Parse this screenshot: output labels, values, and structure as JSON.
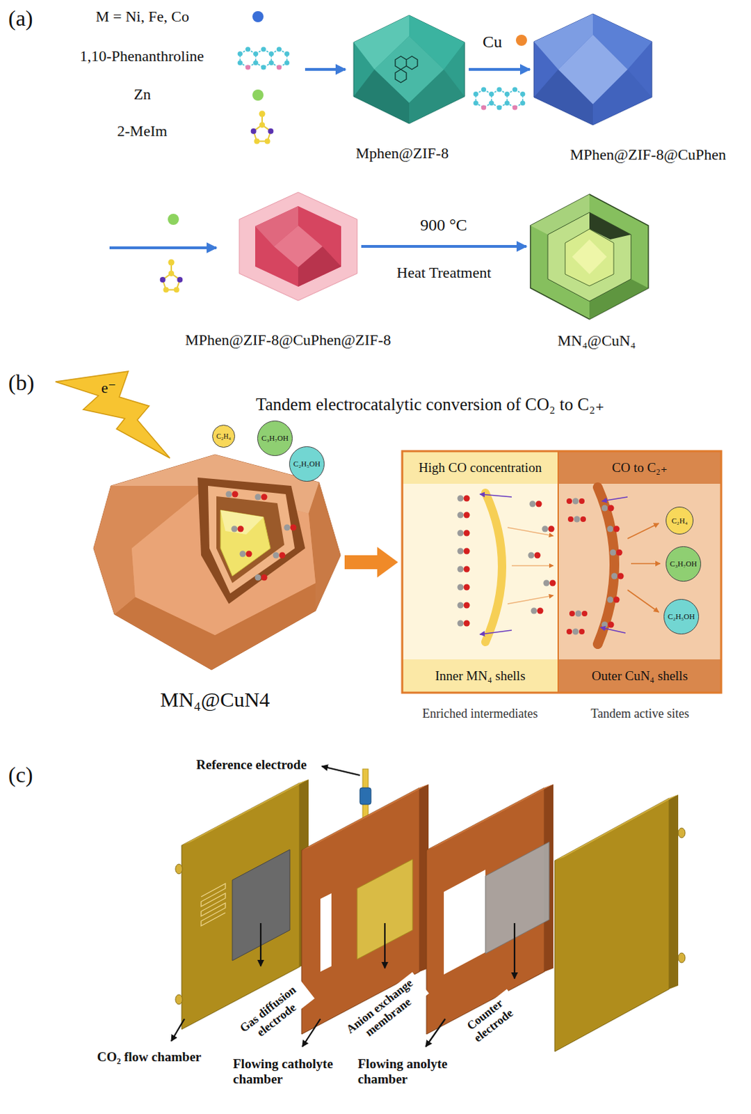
{
  "diagram": {
    "title": "Tandem electrocatalytic conversion of CO₂ to C₂₊",
    "nodes": [
      {
        "text": [
          "Mphen@ZIF-8"
        ]
      },
      {
        "text": [
          "MPhen@ZIF-8@CuPhen"
        ]
      },
      {
        "text": [
          "MPhen@ZIF-8@CuPhen@ZIF-8"
        ]
      },
      {
        "text": [
          "MN₄@CuN₄"
        ]
      },
      {
        "text": [
          "C₂H₄"
        ]
      },
      {
        "text": [
          "C₃H₇OH"
        ]
      },
      {
        "text": [
          "C₂H₅OH"
        ]
      },
      {
        "text": [
          "MN₄@CuN4"
        ]
      },
      {
        "text": [
          "High CO concentration",
          "Inner MN₄ shells",
          "Enriched intermediates"
        ]
      },
      {
        "text": [
          "CO to C₂₊",
          "Outer CuN₄ shells",
          "Tandem active sites"
        ]
      },
      {
        "text": [
          "C₂H₄"
        ],
        "in": 9
      },
      {
        "text": [
          "C₃H₇OH"
        ],
        "in": 9
      },
      {
        "text": [
          "C₂H₅OH"
        ],
        "in": 9
      }
    ],
    "edges": [
      {
        "from": 0,
        "to": 1,
        "arrow": "to",
        "label": "Cu"
      },
      {
        "from": 2,
        "to": 3,
        "arrow": "to",
        "label": "900 °C"
      },
      {
        "from": 7,
        "to": 8,
        "arrow": "to"
      }
    ],
    "labels": [
      "(a)",
      "M = Ni, Fe, Co",
      "1,10-Phenanthroline",
      "Zn",
      "2-MeIm",
      "Heat Treatment",
      "(b)",
      "e⁻",
      "(c)",
      "Reference electrode",
      "Gas diffusion electrode",
      "Anion exchange membrane",
      "Counter electrode",
      "CO₂ flow chamber",
      "Flowing catholyte chamber",
      "Flowing anolyte chamber"
    ]
  }
}
